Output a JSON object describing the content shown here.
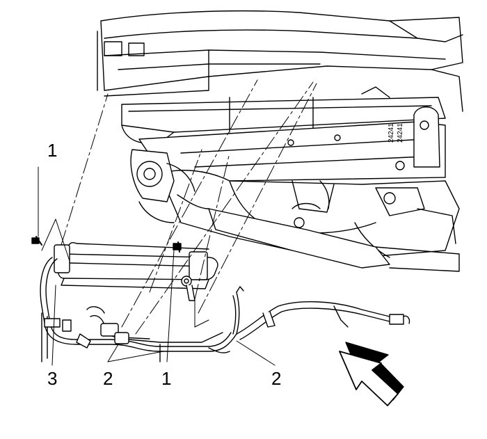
{
  "figure": {
    "callouts": {
      "c1_top": "1",
      "c3": "3",
      "c2_left": "2",
      "c1_bottom": "1",
      "c2_right": "2"
    },
    "frame_code": "24241"
  }
}
